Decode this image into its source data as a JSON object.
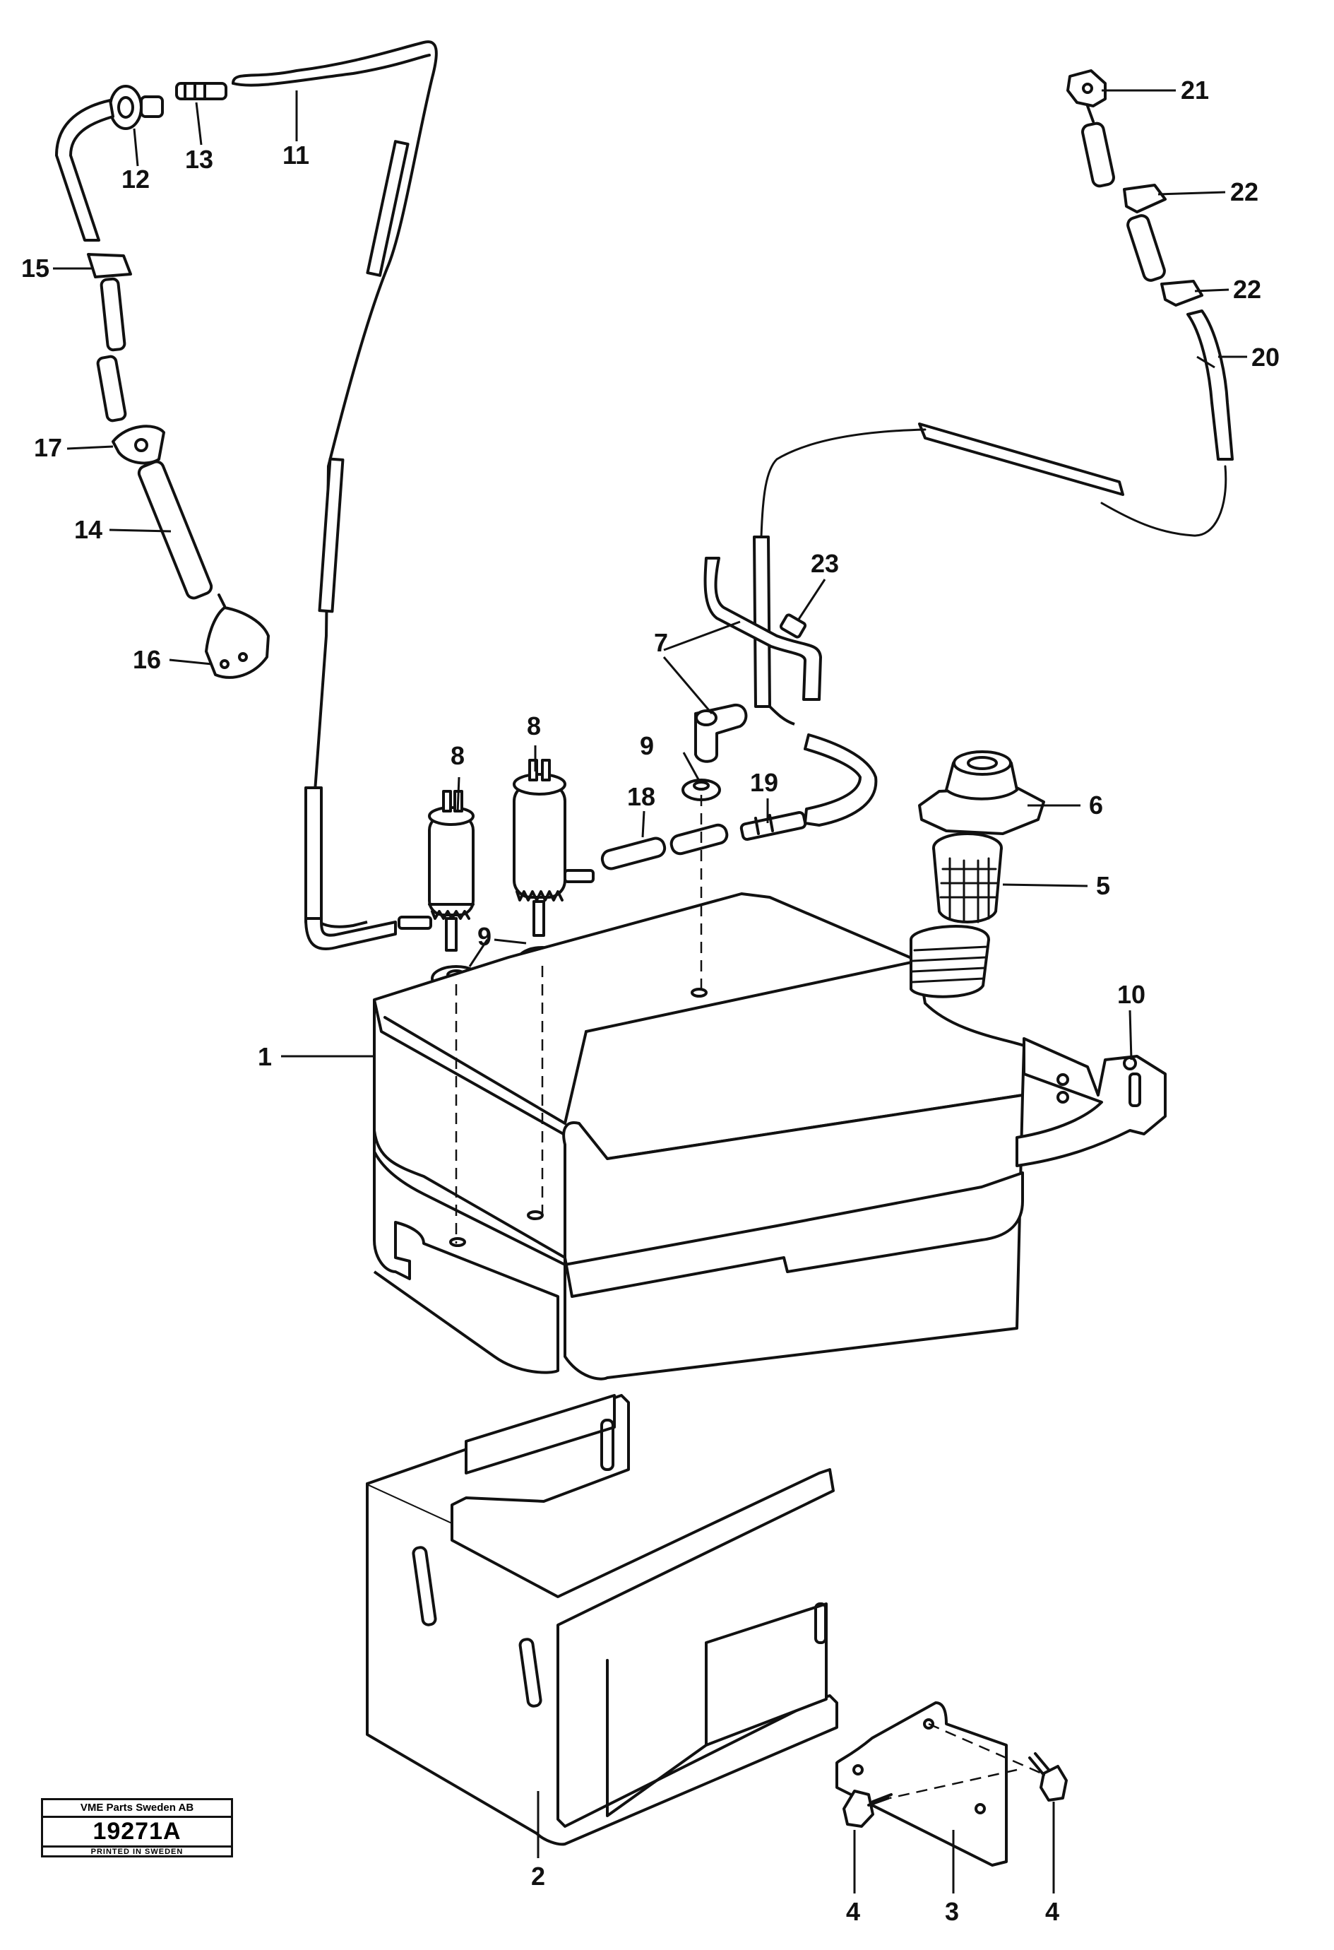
{
  "diagram": {
    "callouts": {
      "c1": "1",
      "c2": "2",
      "c3": "3",
      "c4a": "4",
      "c4b": "4",
      "c5": "5",
      "c6": "6",
      "c7": "7",
      "c8a": "8",
      "c8b": "8",
      "c9a": "9",
      "c9b": "9",
      "c10": "10",
      "c11": "11",
      "c12": "12",
      "c13": "13",
      "c14": "14",
      "c15": "15",
      "c16": "16",
      "c17": "17",
      "c18": "18",
      "c19": "19",
      "c20": "20",
      "c21": "21",
      "c22a": "22",
      "c22b": "22",
      "c23": "23"
    }
  },
  "stamp": {
    "company": "VME Parts Sweden AB",
    "code": "19271A",
    "printed": "PRINTED IN SWEDEN"
  }
}
